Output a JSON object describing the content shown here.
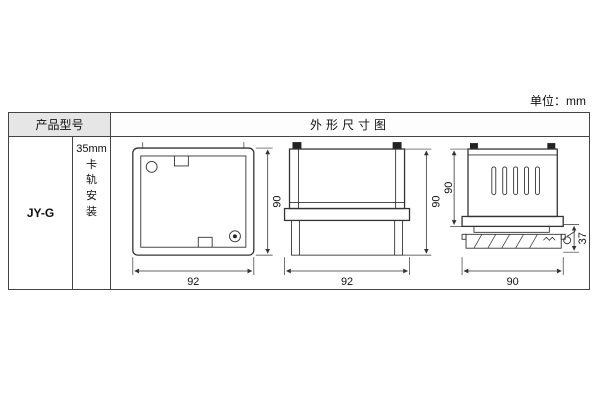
{
  "unit_label": "单位：mm",
  "table": {
    "header_model": "产品型号",
    "header_drawing": "外形尺寸图",
    "model": "JY-G",
    "mounting_lines": [
      "35mm",
      "卡",
      "轨",
      "安",
      "装"
    ]
  },
  "dims": {
    "front_width": "92",
    "front_height": "90",
    "side_width": "92",
    "side_height": "90",
    "rail_view_height": "90",
    "rail_view_depth": "37",
    "rail_view_width": "90"
  }
}
